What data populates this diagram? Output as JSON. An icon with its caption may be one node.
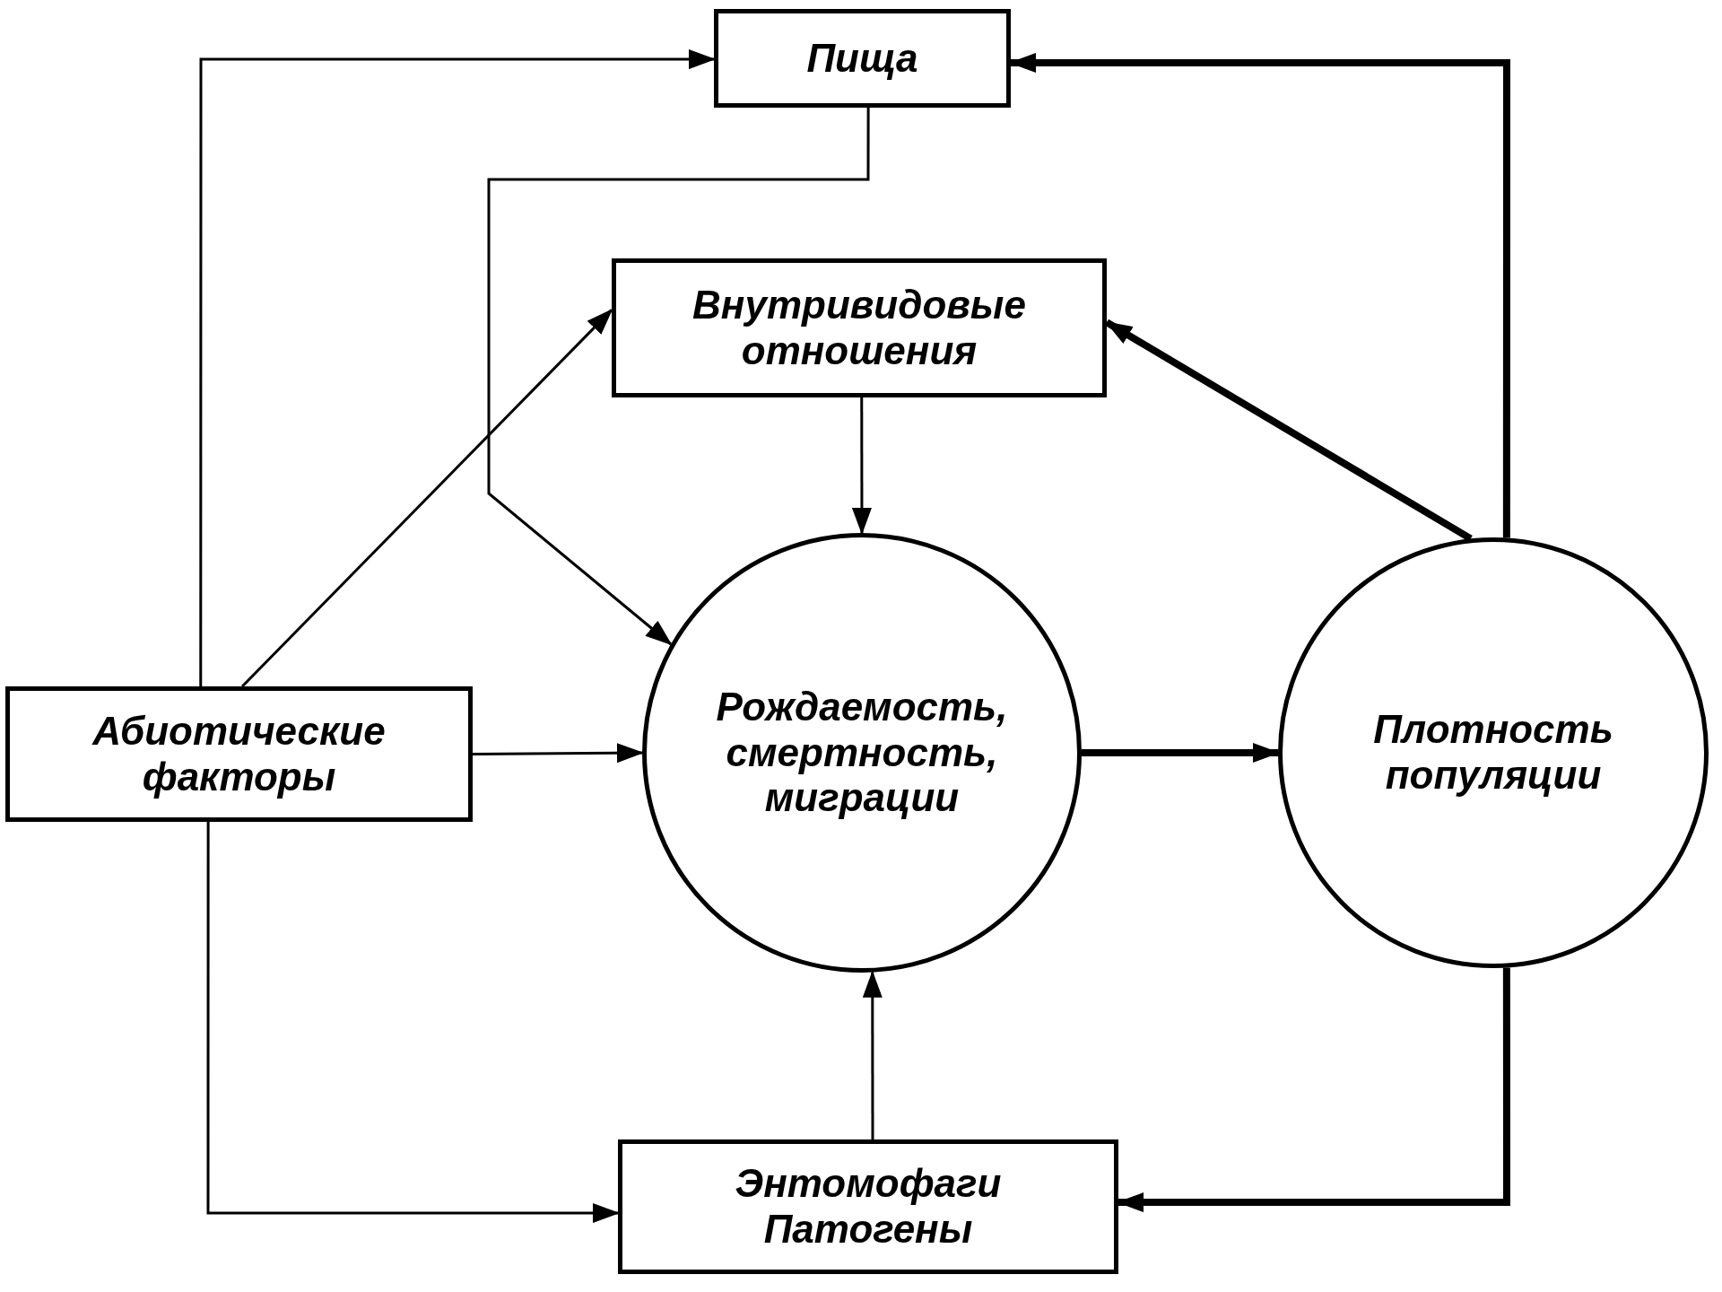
{
  "diagram": {
    "nodes": [
      {
        "text": [
          "Пища"
        ]
      },
      {
        "text": [
          "Внутривидовые отношения"
        ]
      },
      {
        "text": [
          "Абиотические факторы"
        ]
      },
      {
        "text": [
          "Рождаемость, смертность, миграции"
        ]
      },
      {
        "text": [
          "Плотность популяции"
        ]
      },
      {
        "text": [
          "Энтомофаги Патогены"
        ]
      }
    ],
    "edges": [
      {
        "from": 2,
        "to": 0,
        "arrow": "to"
      },
      {
        "from": 0,
        "to": 3,
        "arrow": "to"
      },
      {
        "from": 2,
        "to": 1,
        "arrow": "to"
      },
      {
        "from": 1,
        "to": 3,
        "arrow": "to"
      },
      {
        "from": 2,
        "to": 3,
        "arrow": "to"
      },
      {
        "from": 3,
        "to": 4,
        "arrow": "to",
        "style": "thick"
      },
      {
        "from": 4,
        "to": 1,
        "arrow": "to",
        "style": "thick"
      },
      {
        "from": 4,
        "to": 0,
        "arrow": "to",
        "style": "thick"
      },
      {
        "from": 2,
        "to": 5,
        "arrow": "to"
      },
      {
        "from": 5,
        "to": 3,
        "arrow": "to"
      },
      {
        "from": 4,
        "to": 5,
        "arrow": "to",
        "style": "thick"
      }
    ]
  }
}
